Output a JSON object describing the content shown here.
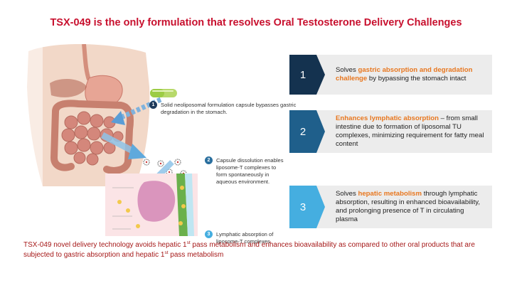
{
  "title": "TSX-049 is the only formulation that resolves Oral Testosterone Delivery Challenges",
  "steps": [
    {
      "num": "1",
      "text": "Solid neoliposomal formulation capsule bypasses gastric degradation in the stomach."
    },
    {
      "num": "2",
      "text": "Capsule dissolution enables liposome-T complexes to form spontaneously in aqueous environment."
    },
    {
      "num": "3",
      "text": "Lymphatic absorption of liposome-T complexes"
    }
  ],
  "benefits": [
    {
      "num": "1",
      "pre": "Solves ",
      "highlight": "gastric absorption and degradation challenge",
      "post": " by bypassing the stomach intact",
      "color": "#14324f"
    },
    {
      "num": "2",
      "pre": "",
      "highlight": "Enhances lymphatic absorption",
      "post": " – from small intestine due to formation of liposomal TU complexes, minimizing requirement for fatty meal content",
      "color": "#1f5f8b"
    },
    {
      "num": "3",
      "pre": "Solves ",
      "highlight": "hepatic metabolism",
      "post": " through lymphatic absorption, resulting in enhanced bioavailability, and prolonging presence of T in circulating plasma",
      "color": "#45aee0"
    }
  ],
  "footer": {
    "part1": "TSX-049 novel delivery technology avoids hepatic 1",
    "sup1": "st",
    "part2": " pass metabolism and enhances bioavailability as compared to other oral products that are subjected to gastric absorption and hepatic 1",
    "sup2": "st",
    "part3": " pass metabolism"
  },
  "colors": {
    "title": "#c8102e",
    "highlight": "#e8771f",
    "footer": "#a51818"
  },
  "icons": [
    "digestive-system-illustration",
    "capsule-icon",
    "liposome-complexes-icon",
    "lymphatic-absorption-illustration",
    "arrow-icon"
  ]
}
